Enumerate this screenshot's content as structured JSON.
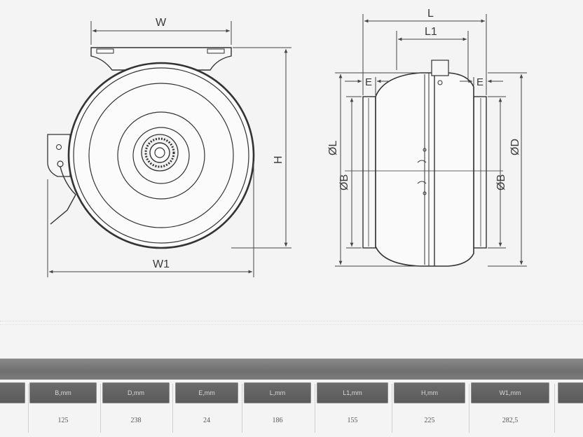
{
  "labels": {
    "w": "W",
    "w1": "W1",
    "h": "H",
    "l": "L",
    "l1": "L1",
    "e_left": "E",
    "e_right": "E",
    "dl": "ØL",
    "db_left": "ØB",
    "db_right": "ØB",
    "dd": "ØD"
  },
  "table": {
    "headers": [
      "",
      "B,mm",
      "D,mm",
      "E,mm",
      "L,mm",
      "L1,mm",
      "H,mm",
      "W1,mm",
      ""
    ],
    "values": [
      "",
      "125",
      "238",
      "24",
      "186",
      "155",
      "225",
      "282,5",
      ""
    ]
  }
}
